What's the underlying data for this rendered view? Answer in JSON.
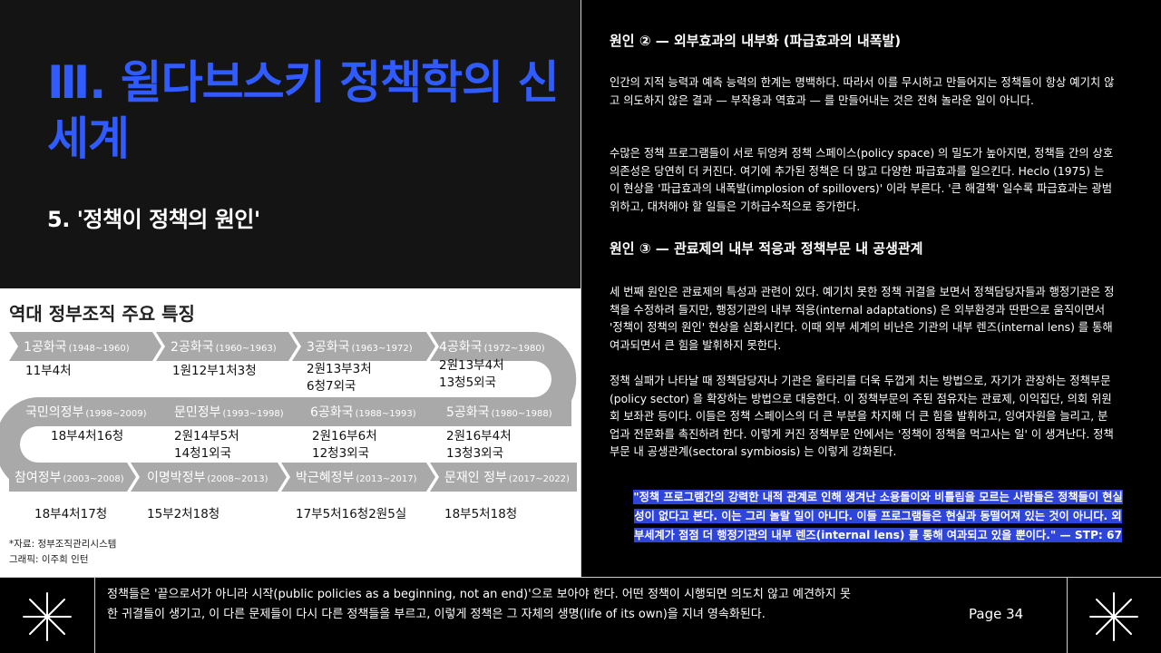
{
  "title": "Ⅲ. 윌다브스키 정책학의 신세계",
  "subtitle": "5. '정책이 정책의 원인'",
  "figure": {
    "title": "역대 정부조직 주요 특징",
    "steps": [
      {
        "name": "1공화국",
        "years": "(1948~1960)",
        "count": "11부4처"
      },
      {
        "name": "2공화국",
        "years": "(1960~1963)",
        "count": "1원12부1처3청"
      },
      {
        "name": "3공화국",
        "years": "(1963~1972)",
        "count": "2원13부3처\n6청7외국"
      },
      {
        "name": "4공화국",
        "years": "(1972~1980)",
        "count": "2원13부4처\n13청5외국"
      },
      {
        "name": "5공화국",
        "years": "(1980~1988)",
        "count": "2원16부4처\n13청3외국"
      },
      {
        "name": "6공화국",
        "years": "(1988~1993)",
        "count": "2원16부6처\n12청3외국"
      },
      {
        "name": "문민정부",
        "years": "(1993~1998)",
        "count": "2원14부5처\n14청1외국"
      },
      {
        "name": "국민의정부",
        "years": "(1998~2009)",
        "count": "18부4처16청"
      },
      {
        "name": "참여정부",
        "years": "(2003~2008)",
        "count": "18부4처17청"
      },
      {
        "name": "이명박정부",
        "years": "(2008~2013)",
        "count": "15부2처18청"
      },
      {
        "name": "박근혜정부",
        "years": "(2013~2017)",
        "count": "17부5처16청2원5실"
      },
      {
        "name": "문재인 정부",
        "years": "(2017~2022)",
        "count": "18부5처18청"
      }
    ],
    "source": "*자료: 정부조직관리시스템",
    "graphic": "그래픽: 이주희 인턴"
  },
  "section2": {
    "heading": "원인 ② — 외부효과의 내부화 (파급효과의 내폭발)",
    "p1": "인간의 지적 능력과 예측 능력의 한계는 명백하다. 따라서 이를 무시하고 만들어지는 정책들이 항상 예기치 않고 의도하지 않은 결과 — 부작용과 역효과 — 를 만들어내는 것은 전혀 놀라운 일이 아니다.",
    "p2": "수많은 정책 프로그램들이 서로 뒤엉켜 정책 스페이스(policy space) 의 밀도가 높아지면, 정책들 간의 상호의존성은 당연히 더 커진다. 여기에 추가된 정책은 더 많고 다양한 파급효과를 일으킨다. Heclo (1975) 는 이 현상을 '파급효과의 내폭발(implosion of spillovers)' 이라 부른다. '큰 해결책' 일수록 파급효과는 광범위하고, 대처해야 할 일들은 기하급수적으로 증가한다."
  },
  "section3": {
    "heading": "원인 ③ — 관료제의 내부 적응과 정책부문 내 공생관계",
    "p1": "세 번째 원인은 관료제의 특성과 관련이 있다. 예기치 못한 정책 귀결을 보면서 정책담당자들과 행정기관은 정책을 수정하려 들지만, 행정기관의 내부 적응(internal adaptations) 은 외부환경과 딴판으로 움직이면서 '정책이 정책의 원인' 현상을 심화시킨다. 이때 외부 세계의 비난은 기관의 내부 렌즈(internal lens) 를 통해 여과되면서 큰 힘을 발휘하지 못한다.",
    "p2": "정책 실패가 나타날 때 정책담당자나 기관은 울타리를 더욱 두껍게 치는 방법으로, 자기가 관장하는 정책부문 (policy sector) 을 확장하는 방법으로 대응한다. 이 정책부문의 주된 점유자는 관료제, 이익집단, 의회 위원회 보좌관 등이다. 이들은 정책 스페이스의 더 큰 부분을 차지해 더 큰 힘을 발휘하고, 잉여자원을 늘리고, 분업과 전문화를 촉진하려 한다. 이렇게 커진 정책부문 안에서는 '정책이 정책을 먹고사는 일' 이 생겨난다. 정책부문 내 공생관계(sectoral symbiosis) 는 이렇게 강화된다."
  },
  "quote": "\"정책 프로그램간의 강력한 내적 관계로 인해 생겨난 소용돌이와 비틀림을 모르는 사람들은 정책들이 현실성이 없다고 본다. 이는 그리 놀랄 일이 아니다. 이들 프로그램들은 현실과 동떨어져 있는 것이 아니다. 외부세계가 점점 더 행정기관의 내부 렌즈(internal lens) 를 통해 여과되고 있을 뿐이다.\" — STP: 67",
  "footer": {
    "text": "정책들은 '끝으로서가 아니라 시작(public policies as a beginning, not an end)'으로 보아야 한다. 어떤 정책이 시행되면 의도치 않고 예견하지 못한 귀결들이 생기고, 이 다른 문제들이 다시 다른 정책들을 부르고, 이렇게 정책은 그 자체의 생명(life of its own)을 지녀 영속화된다.",
    "page": "Page 34"
  },
  "colors": {
    "accent": "#2f5bff",
    "road": "#a9a9a9",
    "highlight": "#2f44d9"
  }
}
